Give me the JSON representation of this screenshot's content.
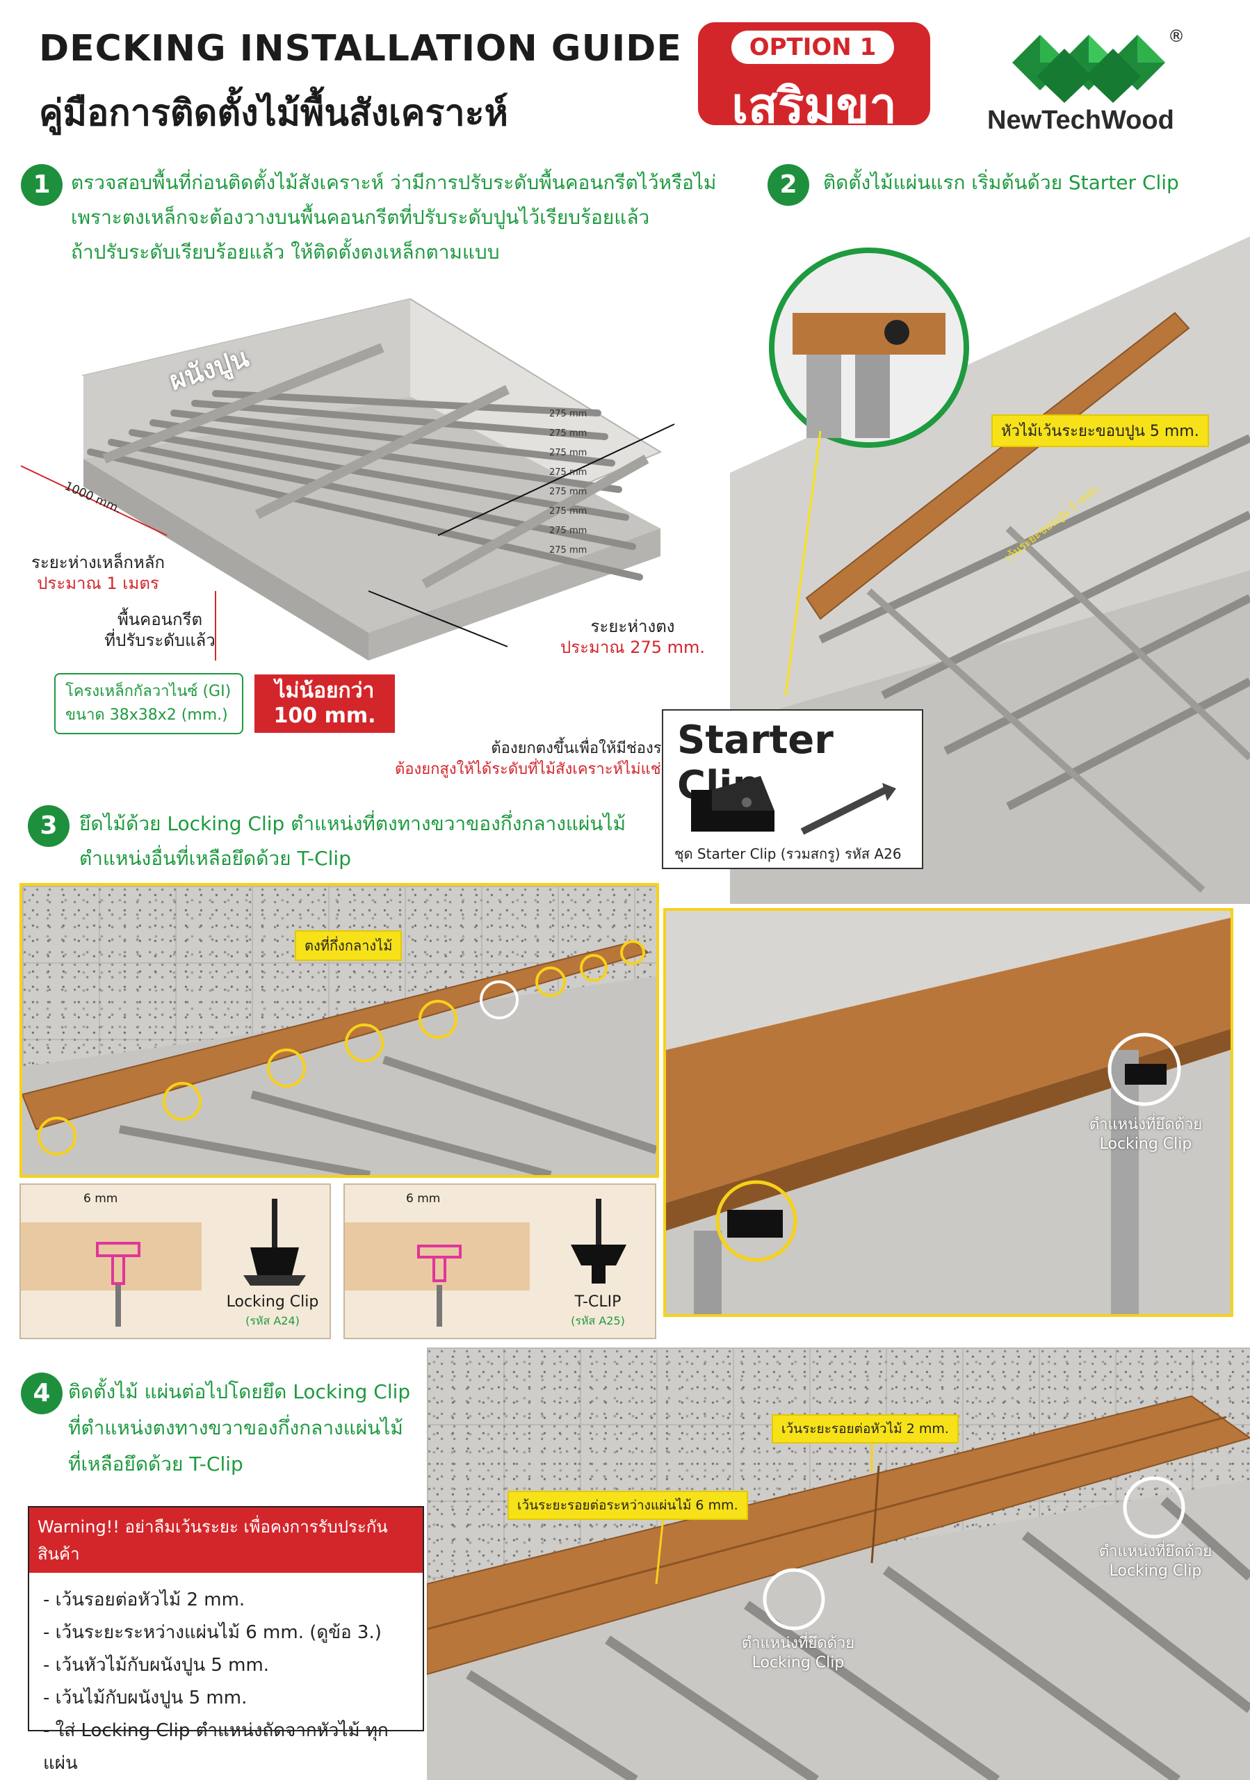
{
  "header": {
    "title_en": "DECKING INSTALLATION GUIDE",
    "title_th": "คู่มือการติดตั้งไม้พื้นสังเคราะห์",
    "option_label": "OPTION 1",
    "option_th": "เสริมขา",
    "brand": "NewTechWood",
    "registered": "®"
  },
  "step1": {
    "number": "1",
    "lines": [
      "ตรวจสอบพื้นที่ก่อนติดตั้งไม้สังเคราะห์ ว่ามีการปรับระดับพื้นคอนกรีตไว้หรือไม่",
      "เพราะตงเหล็กจะต้องวางบนพื้นคอนกรีตที่ปรับระดับปูนไว้เรียบร้อยแล้ว",
      "ถ้าปรับระดับเรียบร้อยแล้ว ให้ติดตั้งตงเหล็กตามแบบ"
    ],
    "wall_label": "ผนังปูน",
    "dim_1000": "1000 mm.",
    "dim_275": [
      "275 mm",
      "275 mm",
      "275 mm",
      "275 mm",
      "275 mm",
      "275 mm",
      "275 mm",
      "275 mm"
    ],
    "beam_spacing": "ระยะห่างเหล็กหลัก",
    "beam_spacing_value": "ประมาณ 1 เมตร",
    "concrete": [
      "พื้นคอนกรีต",
      "ที่ปรับระดับแล้ว"
    ],
    "joist_spacing": "ระยะห่างตง",
    "joist_spacing_value": "ประมาณ 275 mm.",
    "gi_frame": [
      "โครงเหล็กกัลวาไนซ์ (GI)",
      "ขนาด 38x38x2 (mm.)"
    ],
    "min_height": [
      "ไม่น้อยกว่า",
      "100 mm."
    ],
    "drain": "ต้องยกตงขึ้นเพื่อให้มีช่องระบายน้ำ",
    "drain_red": "ต้องยกสูงให้ได้ระดับที่ไม้สังเคราะห์ไม่แช่อยู่ในน้ำ"
  },
  "step2": {
    "number": "2",
    "title": "ติดตั้งไม้แผ่นแรก เริ่มต้นด้วย Starter Clip",
    "callout": "หัวไม้เว้นระยะขอบปูน 5 mm.",
    "edge_note": "เว้นระยะขอบปูน 5 mm.",
    "starter_title": "Starter Clip",
    "starter_caption": "ชุด Starter Clip (รวมสกรู) รหัส A26"
  },
  "step3": {
    "number": "3",
    "lines": [
      "ยึดไม้ด้วย Locking Clip ตำแหน่งที่ตงทางขวาของกึ่งกลางแผ่นไม้",
      "ตำแหน่งอื่นที่เหลือยึดด้วย T-Clip"
    ],
    "center_joist": "ตงที่กึ่งกลางไม้",
    "locking_position": [
      "ตำแหน่งที่ยึดด้วย",
      "Locking Clip"
    ],
    "detail_a": {
      "gap": "6 mm",
      "name": "Locking Clip",
      "code": "(รหัส A24)"
    },
    "detail_b": {
      "gap": "6 mm",
      "name": "T-CLIP",
      "code": "(รหัส A25)"
    }
  },
  "step4": {
    "number": "4",
    "lines": [
      "ติดตั้งไม้ แผ่นต่อไปโดยยึด Locking Clip",
      "ที่ตำแหน่งตงทางขวาของกึ่งกลางแผ่นไม้",
      "ที่เหลือยึดด้วย T-Clip"
    ],
    "callout_end": "เว้นระยะรอยต่อหัวไม้ 2 mm.",
    "callout_side": "เว้นระยะรอยต่อระหว่างแผ่นไม้ 6 mm.",
    "locking_right": [
      "ตำแหน่งที่ยึดด้วย",
      "Locking Clip"
    ],
    "locking_left": [
      "ตำแหน่งที่ยึดด้วย",
      "Locking Clip"
    ]
  },
  "warning": {
    "title": "Warning!! อย่าลืมเว้นระยะ เพื่อคงการรับประกันสินค้า",
    "items": [
      "- เว้นรอยต่อหัวไม้ 2 mm.",
      "- เว้นระยะระหว่างแผ่นไม้ 6 mm. (ดูข้อ 3.)",
      "- เว้นหัวไม้กับผนังปูน 5 mm.",
      "- เว้นไม้กับผนังปูน 5 mm.",
      "- ใส่ Locking Clip ตำแหน่งถัดจากหัวไม้ ทุกแผ่น"
    ]
  },
  "colors": {
    "red": "#d3262b",
    "green": "#1e9a3f",
    "yellow": "#f7e21a",
    "wood": "#b9763a"
  },
  "icons": [
    "newtechwood-logo-icon",
    "starter-clip-icon",
    "screw-icon",
    "locking-clip-icon",
    "t-clip-icon"
  ]
}
